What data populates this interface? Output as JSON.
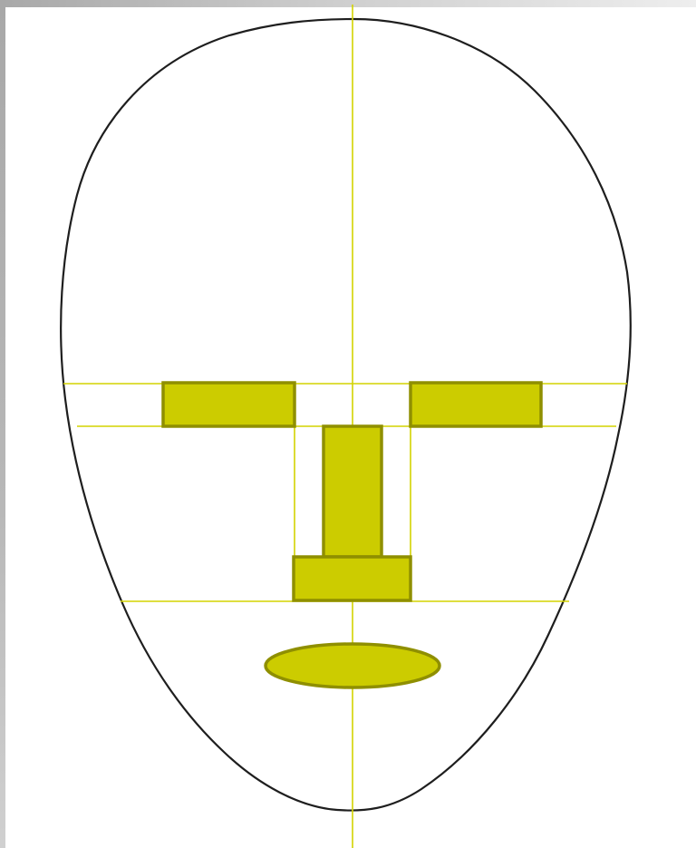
{
  "title": "",
  "colors": {
    "feature_fill": "#cccc00",
    "feature_stroke": "#8f8f00",
    "guide_line": "#d4d400",
    "face_outline": "#1e1e1e",
    "frame_gray": "#b0b0b0"
  },
  "features": [
    {
      "name": "left-eye",
      "shape": "rectangle"
    },
    {
      "name": "right-eye",
      "shape": "rectangle"
    },
    {
      "name": "nose-bridge",
      "shape": "rectangle"
    },
    {
      "name": "nose-base",
      "shape": "rectangle"
    },
    {
      "name": "mouth",
      "shape": "ellipse"
    }
  ],
  "guides": {
    "horizontal_count": 3,
    "vertical_count": 3
  }
}
